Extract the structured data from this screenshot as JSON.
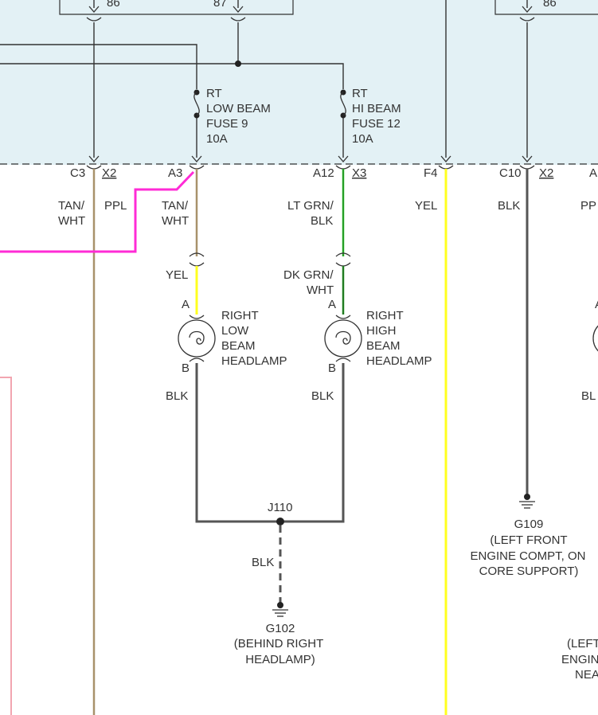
{
  "pins": {
    "top_left_a": "86",
    "top_left_b": "87",
    "top_right_a": "86"
  },
  "fuses": {
    "low": {
      "line1": "RT",
      "line2": "LOW BEAM",
      "line3": "FUSE 9",
      "line4": "10A"
    },
    "high": {
      "line1": "RT",
      "line2": "HI BEAM",
      "line3": "FUSE 12",
      "line4": "10A"
    }
  },
  "connectors": {
    "c3": "C3",
    "x2a": "X2",
    "a3": "A3",
    "a12": "A12",
    "x3": "X3",
    "f4": "F4",
    "c10": "C10",
    "x2b": "X2",
    "a_edge": "A"
  },
  "wires": {
    "tan_wht_left_1": "TAN/",
    "tan_wht_left_2": "WHT",
    "ppl": "PPL",
    "tan_wht_mid_1": "TAN/",
    "tan_wht_mid_2": "WHT",
    "lt_grn_blk_1": "LT GRN/",
    "lt_grn_blk_2": "BLK",
    "yel_f4": "YEL",
    "blk_c10": "BLK",
    "pp_edge": "PP",
    "yel_low": "YEL",
    "dk_grn_wht_1": "DK GRN/",
    "dk_grn_wht_2": "WHT",
    "blk_low": "BLK",
    "blk_high": "BLK",
    "blk_edge": "BL",
    "blk_splice": "BLK"
  },
  "lamps": {
    "low": {
      "pin_a": "A",
      "pin_b": "B",
      "line1": "RIGHT",
      "line2": "LOW",
      "line3": "BEAM",
      "line4": "HEADLAMP"
    },
    "high": {
      "pin_a": "A",
      "pin_b": "B",
      "line1": "RIGHT",
      "line2": "HIGH",
      "line3": "BEAM",
      "line4": "HEADLAMP"
    },
    "edge_pin": "A"
  },
  "splice": {
    "label": "J110"
  },
  "grounds": {
    "g109": {
      "id": "G109",
      "line1": "(LEFT FRONT",
      "line2": "ENGINE COMPT, ON",
      "line3": "CORE SUPPORT)"
    },
    "g102": {
      "id": "G102",
      "line1": "(BEHIND RIGHT",
      "line2": "HEADLAMP)"
    },
    "edge": {
      "line1": "(LEFT",
      "line2": "ENGIN",
      "line3": "NEA"
    }
  },
  "colors": {
    "panel": "#e3f1f5",
    "wire_dark": "#555555",
    "tan": "#a8926b",
    "magenta": "#ff2bd6",
    "yellow": "#ffff1f",
    "green": "#22cc22",
    "pink": "#f2a5b0"
  }
}
